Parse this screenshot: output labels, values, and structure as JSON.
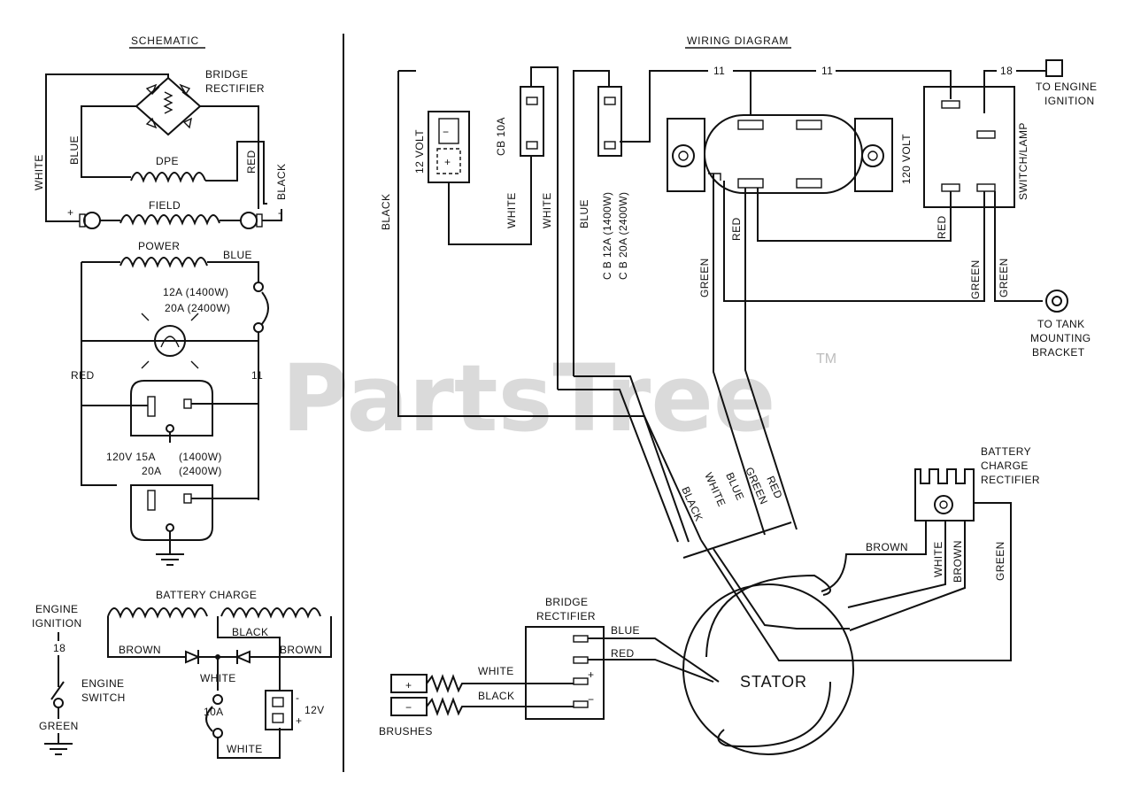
{
  "watermark": {
    "brand": "PartsTree",
    "tm": "TM"
  },
  "schematic": {
    "title": "SCHEMATIC",
    "bridge_rectifier": [
      "BRIDGE",
      "RECTIFIER"
    ],
    "white": "WHITE",
    "blue": "BLUE",
    "dpe": "DPE",
    "red": "RED",
    "black": "BLACK",
    "field": "FIELD",
    "plus": "+",
    "minus": "-",
    "power": "POWER",
    "power_blue": "BLUE",
    "breaker_12a": "12A (1400W)",
    "breaker_20a": "20A (2400W)",
    "red_left": "RED",
    "eleven": "11",
    "receptacle_1": "120V 15A",
    "receptacle_1b": "(1400W)",
    "receptacle_2": "20A",
    "receptacle_2b": "(2400W)",
    "battery_charge": "BATTERY CHARGE",
    "bc_black": "BLACK",
    "bc_brown_left": "BROWN",
    "bc_brown_right": "BROWN",
    "bc_white": "WHITE",
    "bc_10a": "10A",
    "bc_12v": "12V",
    "bc_white_bottom": "WHITE",
    "engine_ignition": [
      "ENGINE",
      "IGNITION"
    ],
    "eighteen": "18",
    "engine_switch": [
      "ENGINE",
      "SWITCH"
    ],
    "green": "GREEN"
  },
  "wiring": {
    "title": "WIRING DIAGRAM",
    "eleven_a": "11",
    "eleven_b": "11",
    "eighteen": "18",
    "to_engine_ignition": [
      "TO ENGINE",
      "IGNITION"
    ],
    "twelve_volt": "12 VOLT",
    "cb_10a": "CB 10A",
    "cb_12a": "C B  12A (1400W)",
    "cb_20a": "C B  20A (2400W)",
    "onetwenty_volt": "120 VOLT",
    "switch_lamp": "SWITCH/LAMP",
    "black": "BLACK",
    "white_a": "WHITE",
    "white_b": "WHITE",
    "blue": "BLUE",
    "green": "GREEN",
    "red": "RED",
    "red_b": "RED",
    "green_b": "GREEN",
    "green_c": "GREEN",
    "to_tank": [
      "TO TANK",
      "MOUNTING",
      "BRACKET"
    ],
    "bundle": [
      "BLACK",
      "WHITE",
      "BLUE",
      "GREEN",
      "RED"
    ],
    "battery_charge_rectifier": [
      "BATTERY",
      "CHARGE",
      "RECTIFIER"
    ],
    "brown": "BROWN",
    "r_white": "WHITE",
    "r_brown": "BROWN",
    "r_green": "GREEN",
    "bridge_rectifier": [
      "BRIDGE",
      "RECTIFIER"
    ],
    "br_blue": "BLUE",
    "br_red": "RED",
    "br_white": "WHITE",
    "br_black": "BLACK",
    "plus": "+",
    "minus": "−",
    "brushes": "BRUSHES",
    "stator": "STATOR"
  }
}
